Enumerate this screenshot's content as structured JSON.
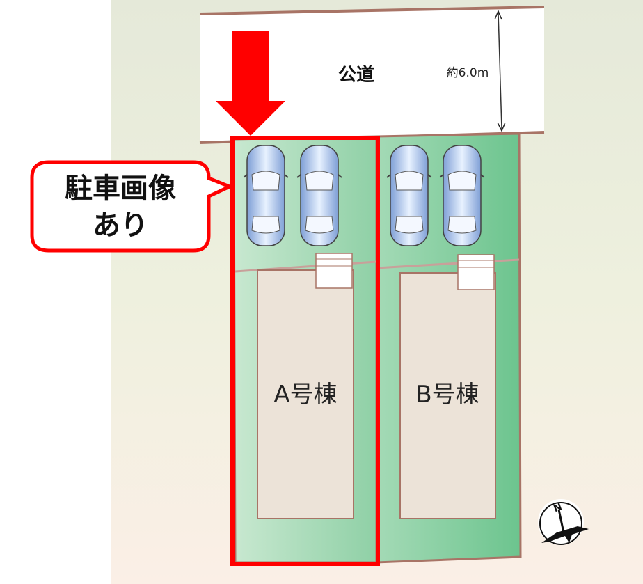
{
  "road": {
    "label": "公道",
    "width_label": "約6.0m"
  },
  "lots": [
    {
      "label": "A号棟"
    },
    {
      "label": "B号棟"
    }
  ],
  "callout": {
    "line1": "駐車画像",
    "line2": "あり"
  },
  "compass": {
    "label": "N"
  },
  "colors": {
    "highlight": "#ff0000",
    "lot_green": "#6cc48e",
    "house": "#ece3d8",
    "boundary": "#a87466"
  }
}
